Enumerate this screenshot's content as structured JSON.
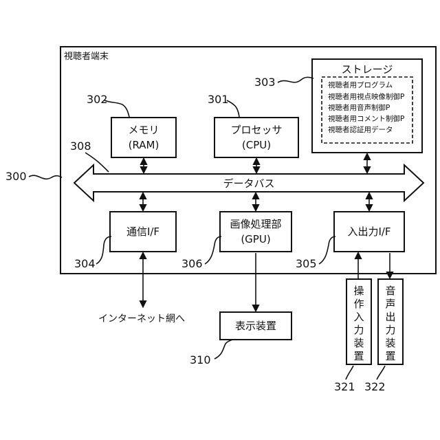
{
  "terminal": {
    "title": "視聴者端末",
    "ref": "300"
  },
  "bus": {
    "label": "データバス",
    "ref": "308"
  },
  "memory": {
    "line1": "メモリ",
    "line2": "(RAM)",
    "ref": "302"
  },
  "processor": {
    "line1": "プロセッサ",
    "line2": "(CPU)",
    "ref": "301"
  },
  "storage": {
    "title": "ストレージ",
    "ref": "303",
    "items": [
      "視聴者用プログラム",
      "視聴者用視点映像制御P",
      "視聴者用音声制御P",
      "視聴者用コメント制御P",
      "視聴者認証用データ"
    ]
  },
  "comm_if": {
    "label": "通信I/F",
    "ref": "304"
  },
  "gpu": {
    "line1": "画像処理部",
    "line2": "(GPU)",
    "ref": "306"
  },
  "io_if": {
    "label": "入出力I/F",
    "ref": "305"
  },
  "display": {
    "label": "表示装置",
    "ref": "310"
  },
  "internet": {
    "label": "インターネット網へ"
  },
  "input_device": {
    "chars": [
      "操",
      "作",
      "入",
      "力",
      "装",
      "置"
    ],
    "ref": "321"
  },
  "audio_device": {
    "chars": [
      "音",
      "声",
      "出",
      "力",
      "装",
      "置"
    ],
    "ref": "322"
  }
}
